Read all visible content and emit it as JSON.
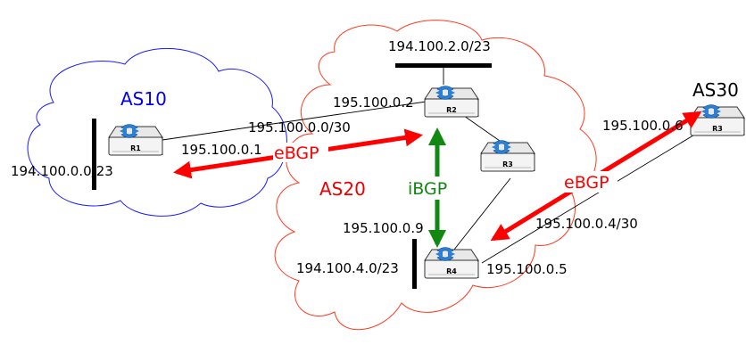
{
  "colors": {
    "as10_cloud": "#1a1aff",
    "as20_cloud": "#ff3b1f",
    "ebgp": "#ff0000",
    "ibgp": "#118811",
    "as10_text": "#0000ee",
    "as20_text": "#ee0000",
    "as30_text": "#000000"
  },
  "as": {
    "as10": "AS10",
    "as20": "AS20",
    "as30": "AS30"
  },
  "routers": {
    "as10_r1": "R1",
    "as20_r2": "R2",
    "as20_r3": "R3",
    "as20_r4": "R4",
    "as30_r3": "R3"
  },
  "prefixes": {
    "as10_lan": "194.100.0.0/23",
    "as20_top_lan": "194.100.2.0/23",
    "as20_bottom_lan": "194.100.4.0/23",
    "link_r1_r2": "195.100.0.0/30",
    "link_r4_as30": "195.100.0.4/30"
  },
  "addresses": {
    "as10_r1": "195.100.0.1",
    "as20_r2": "195.100.0.2",
    "as20_r4_internal": "195.100.0.9",
    "as20_r4_external": "195.100.0.5",
    "as30_r3": "195.100.0.6"
  },
  "protocols": {
    "ebgp_left": "eBGP",
    "ebgp_right": "eBGP",
    "ibgp": "iBGP"
  }
}
